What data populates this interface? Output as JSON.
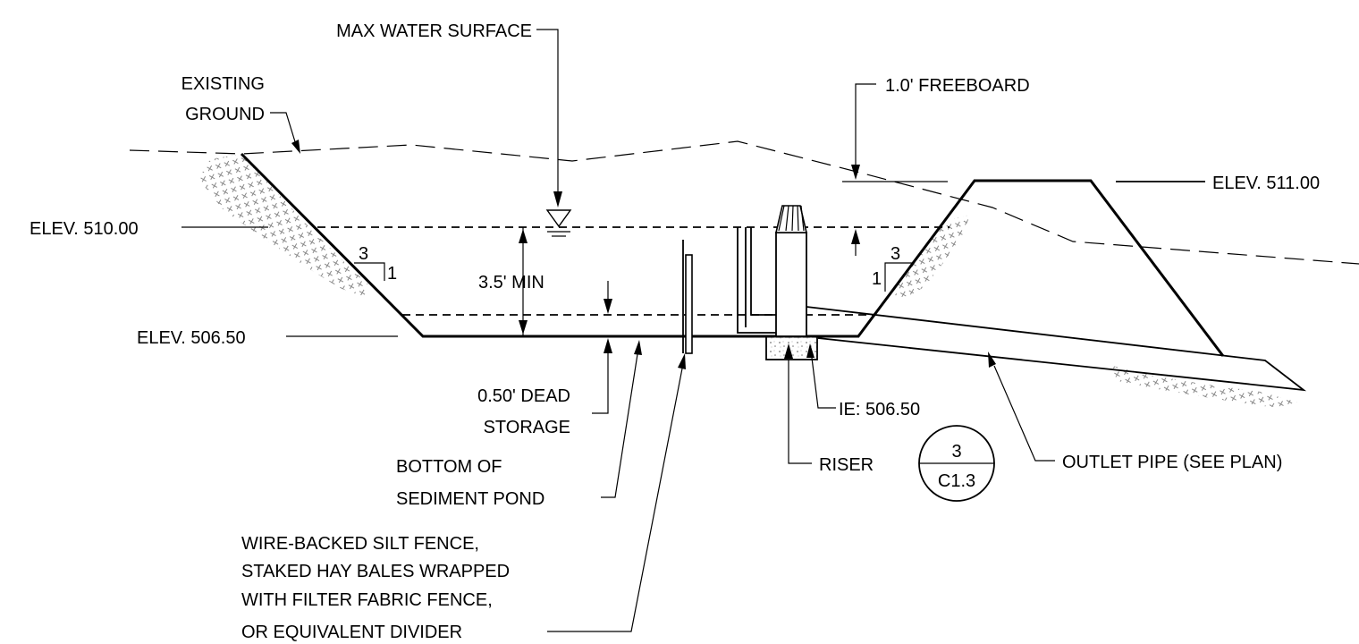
{
  "labels": {
    "max_water_surface": "MAX WATER SURFACE",
    "existing_ground_1": "EXISTING",
    "existing_ground_2": "GROUND",
    "freeboard": "1.0' FREEBOARD",
    "elev_top": "ELEV. 511.00",
    "elev_water": "ELEV. 510.00",
    "elev_bottom": "ELEV. 506.50",
    "min_depth": "3.5' MIN",
    "slope_left_run": "3",
    "slope_left_rise": "1",
    "slope_right_run": "3",
    "slope_right_rise": "1",
    "dead_storage_1": "0.50' DEAD",
    "dead_storage_2": "STORAGE",
    "bottom_pond_1": "BOTTOM OF",
    "bottom_pond_2": "SEDIMENT POND",
    "ie": "IE: 506.50",
    "riser": "RISER",
    "outlet_pipe": "OUTLET PIPE (SEE PLAN)",
    "fence_1": "WIRE-BACKED SILT FENCE,",
    "fence_2": "STAKED HAY BALES WRAPPED",
    "fence_3": "WITH FILTER FABRIC FENCE,",
    "fence_4": "OR EQUIVALENT DIVIDER"
  },
  "detail_callout": {
    "detail_number": "3",
    "sheet_number": "C1.3"
  }
}
